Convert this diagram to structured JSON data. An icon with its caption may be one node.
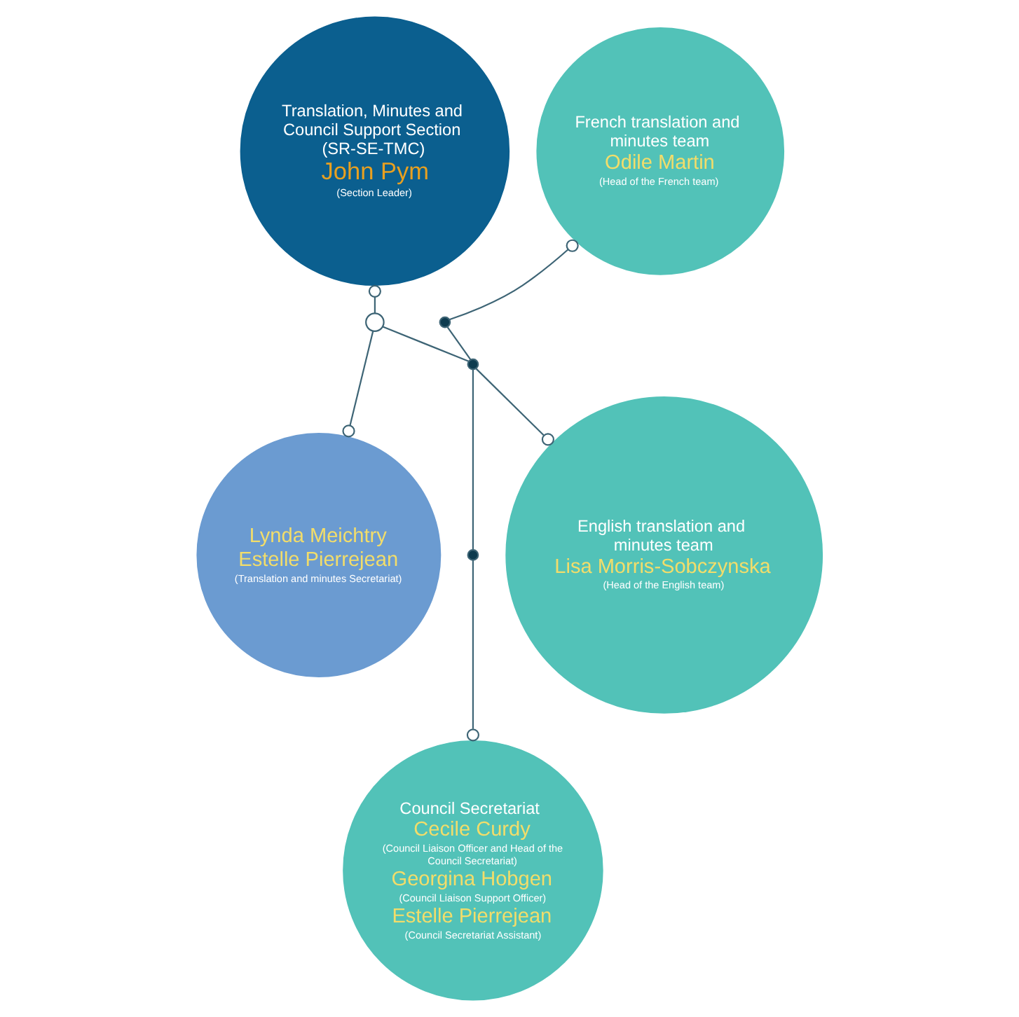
{
  "diagram": {
    "nodes": [
      {
        "text": [
          "Translation, Minutes and Council Support Section (SR-SE-TMC)",
          "John Pym",
          "(Section Leader)"
        ]
      },
      {
        "text": [
          "French translation and minutes team",
          "Odile Martin",
          "(Head of the French team)"
        ]
      },
      {
        "text": [],
        "shape": "circle"
      },
      {
        "text": [],
        "shape": "circle"
      },
      {
        "text": [
          "Lynda Meichtry",
          "Estelle Pierrejean",
          "(Translation and minutes Secretariat)"
        ]
      },
      {
        "text": [],
        "shape": "circle"
      },
      {
        "text": [
          "English translation and minutes team",
          "Lisa Morris-Sobczynska",
          "(Head of the English team)"
        ]
      },
      {
        "text": [],
        "shape": "circle"
      },
      {
        "text": [
          "Council Secretariat",
          "Cecile Curdy",
          "(Council Liaison Officer and Head of the Council Secretariat)",
          "Georgina Hobgen",
          "(Council Liaison Support Officer)",
          "Estelle Pierrejean",
          "(Council Secretariat Assistant)"
        ]
      }
    ],
    "edges": [
      {
        "from": 0,
        "to": 3,
        "arrow": "other"
      },
      {
        "from": 3,
        "to": 4,
        "arrow": "other"
      },
      {
        "from": 3,
        "to": 5,
        "arrow": "none"
      },
      {
        "from": 5,
        "to": 2,
        "arrow": "none"
      },
      {
        "from": 2,
        "to": 1,
        "arrow": "other"
      },
      {
        "from": 5,
        "to": 7,
        "arrow": "none"
      },
      {
        "from": 7,
        "to": 8,
        "arrow": "other"
      },
      {
        "from": 5,
        "to": 6,
        "arrow": "other"
      }
    ]
  }
}
